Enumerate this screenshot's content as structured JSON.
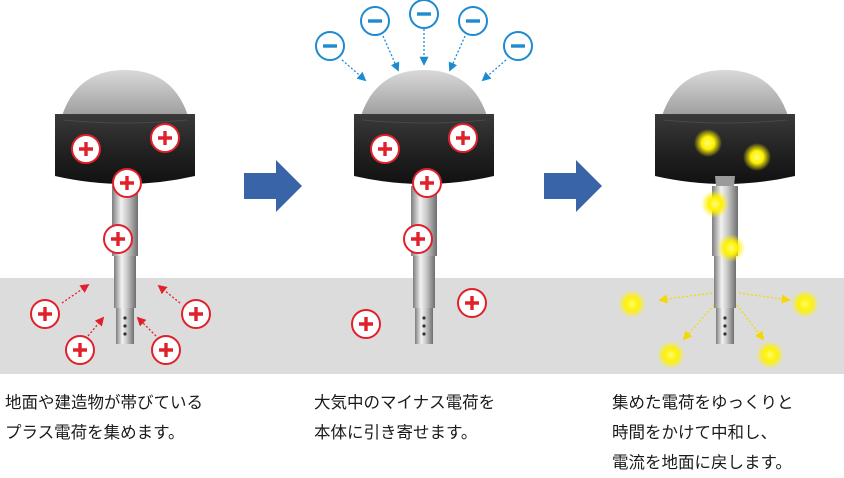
{
  "panels": [
    {
      "caption_lines": [
        "地面や建造物が帯びている",
        "プラス電荷を集めます。"
      ]
    },
    {
      "caption_lines": [
        "大気中のマイナス電荷を",
        "本体に引き寄せます。"
      ]
    },
    {
      "caption_lines": [
        "集めた電荷をゆっくりと",
        "時間をかけて中和し、",
        "電流を地面に戻します。"
      ]
    }
  ],
  "symbols": {
    "plus": "+",
    "minus": "−"
  },
  "colors": {
    "ground": "#dcdcdc",
    "plus_red": "#e0202a",
    "minus_blue": "#1e8ad0",
    "flow_arrow": "#3a64a8",
    "glow_yellow": "#fff200",
    "device_dark": "#2a2a2a",
    "device_metal": "#b8b8b8"
  },
  "icons": [
    "plus-charge-icon",
    "minus-charge-icon",
    "right-arrow-icon",
    "neutralized-charge-icon"
  ]
}
